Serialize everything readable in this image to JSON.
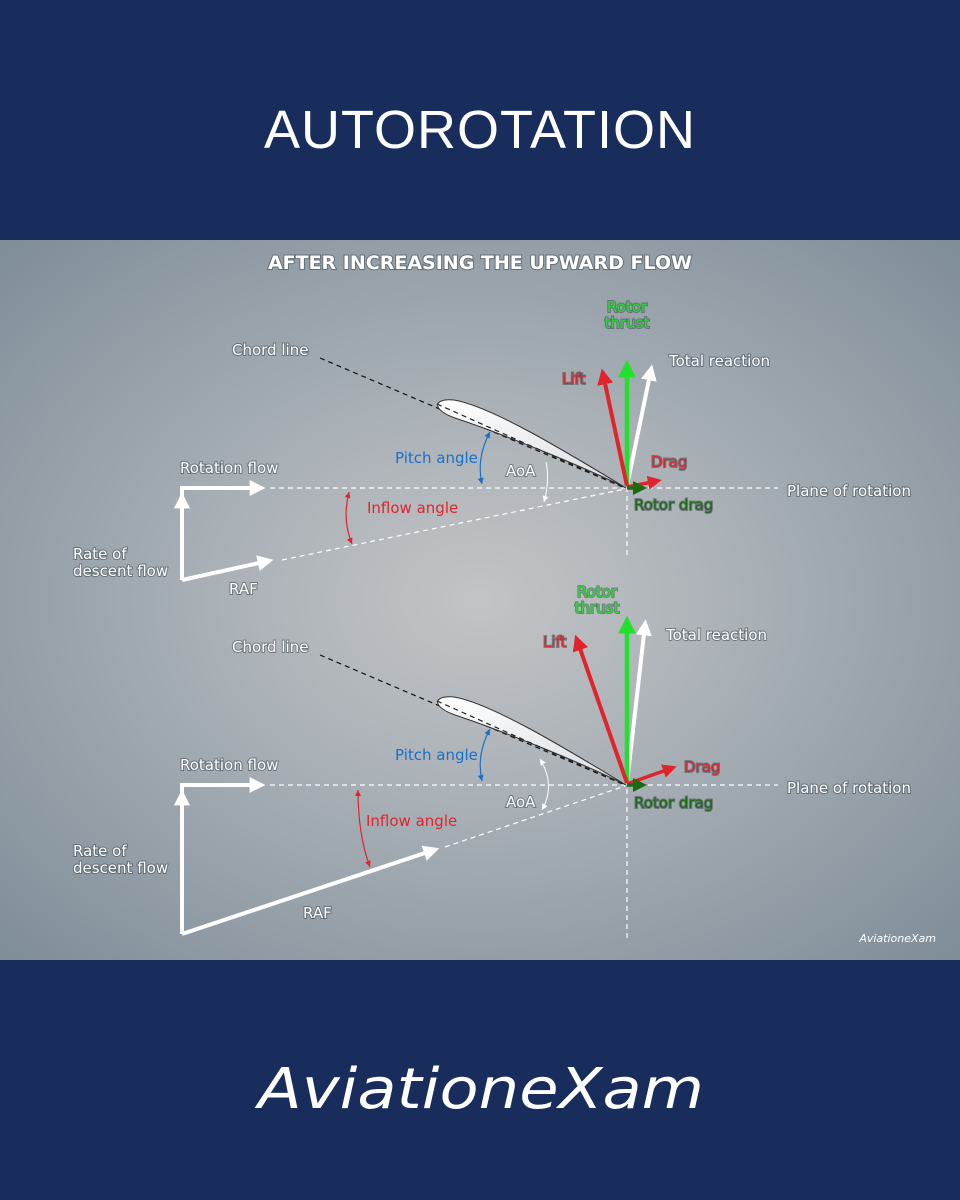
{
  "header": {
    "title": "AUTOROTATION"
  },
  "panel": {
    "subtitle": "AFTER INCREASING THE UPWARD FLOW",
    "watermark": "AviationeXam"
  },
  "diagrams": [
    {
      "chord_line": "Chord line",
      "rotor_thrust_1": "Rotor",
      "rotor_thrust_2": "thrust",
      "total_reaction": "Total reaction",
      "lift": "Lift",
      "drag": "Drag",
      "rotor_drag": "Rotor drag",
      "plane_of_rotation": "Plane of rotation",
      "pitch_angle": "Pitch angle",
      "aoa": "AoA",
      "inflow_angle": "Inflow angle",
      "rotation_flow": "Rotation flow",
      "rate_of_descent_1": "Rate of",
      "rate_of_descent_2": "descent flow",
      "raf": "RAF"
    },
    {
      "chord_line": "Chord line",
      "rotor_thrust_1": "Rotor",
      "rotor_thrust_2": "thrust",
      "total_reaction": "Total reaction",
      "lift": "Lift",
      "drag": "Drag",
      "rotor_drag": "Rotor drag",
      "plane_of_rotation": "Plane of rotation",
      "pitch_angle": "Pitch angle",
      "aoa": "AoA",
      "inflow_angle": "Inflow angle",
      "rotation_flow": "Rotation flow",
      "rate_of_descent_1": "Rate of",
      "rate_of_descent_2": "descent flow",
      "raf": "RAF"
    }
  ],
  "footer": {
    "logo_text": "AviationeXam"
  },
  "colors": {
    "navy": "#182d5c",
    "lift_red": "#e0242b",
    "thrust_green": "#22e02c",
    "rotor_drag_green": "#1a6b12",
    "pitch_blue": "#1a6fc9",
    "white": "#ffffff"
  }
}
